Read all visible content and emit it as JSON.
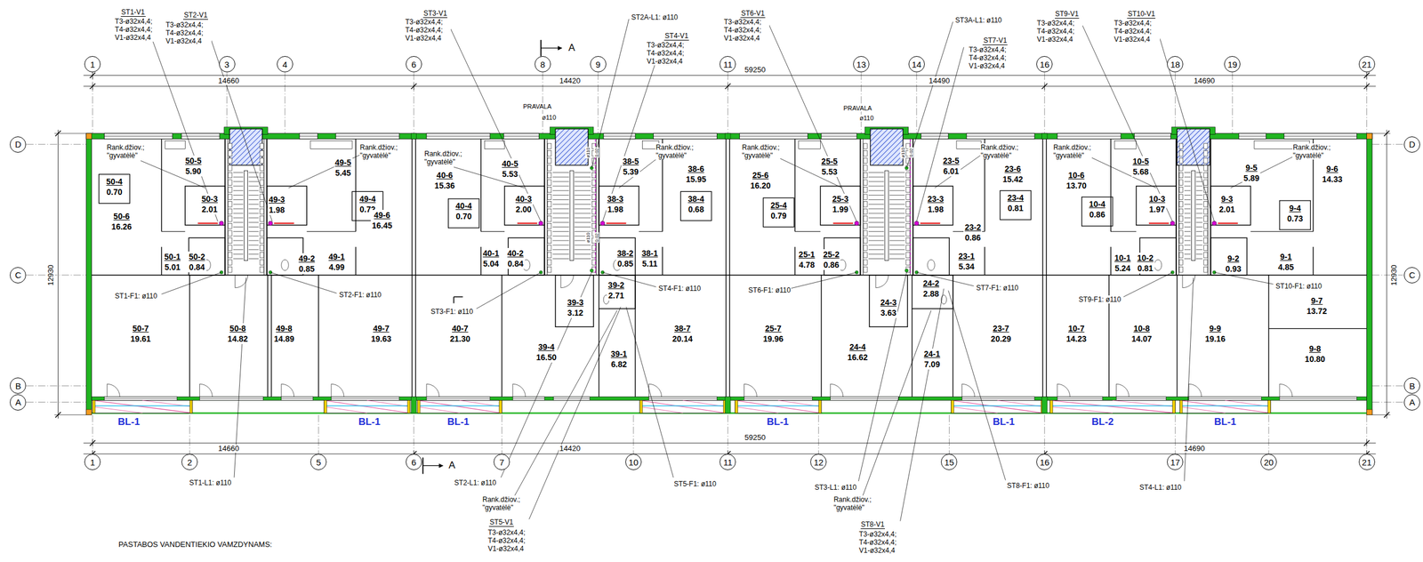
{
  "diagram": {
    "nodes": [
      {
        "text": [
          "1"
        ]
      },
      {
        "text": [
          "3"
        ]
      },
      {
        "text": [
          "4"
        ]
      },
      {
        "text": [
          "6"
        ]
      },
      {
        "text": [
          "8"
        ]
      },
      {
        "text": [
          "9"
        ]
      },
      {
        "text": [
          "11"
        ]
      },
      {
        "text": [
          "13"
        ]
      },
      {
        "text": [
          "14"
        ]
      },
      {
        "text": [
          "16"
        ]
      },
      {
        "text": [
          "18"
        ]
      },
      {
        "text": [
          "19"
        ]
      },
      {
        "text": [
          "21"
        ]
      },
      {
        "text": [
          "D"
        ]
      },
      {
        "text": [
          "C"
        ]
      },
      {
        "text": [
          "B"
        ]
      },
      {
        "text": [
          "A"
        ]
      },
      {
        "text": [
          "D"
        ]
      },
      {
        "text": [
          "C"
        ]
      },
      {
        "text": [
          "B"
        ]
      },
      {
        "text": [
          "A"
        ]
      },
      {
        "text": [
          "50-5",
          "5.90"
        ]
      },
      {
        "text": [
          "50-4",
          "0.70"
        ]
      },
      {
        "text": [
          "50-3",
          "2.01"
        ]
      },
      {
        "text": [
          "50-6",
          "16.26"
        ]
      },
      {
        "text": [
          "50-1",
          "5.01"
        ]
      },
      {
        "text": [
          "50-2",
          "0.84"
        ]
      },
      {
        "text": [
          "50-7",
          "19.61"
        ]
      },
      {
        "text": [
          "50-8",
          "14.82"
        ]
      },
      {
        "text": [
          "49-5",
          "5.45"
        ]
      },
      {
        "text": [
          "49-3",
          "1.98"
        ]
      },
      {
        "text": [
          "49-4",
          "0.72"
        ]
      },
      {
        "text": [
          "49-6",
          "16.45"
        ]
      },
      {
        "text": [
          "49-2",
          "0.85"
        ]
      },
      {
        "text": [
          "49-1",
          "4.99"
        ]
      },
      {
        "text": [
          "49-8",
          "14.89"
        ]
      },
      {
        "text": [
          "49-7",
          "19.63"
        ]
      },
      {
        "text": [
          "40-6",
          "15.36"
        ]
      },
      {
        "text": [
          "40-5",
          "5.53"
        ]
      },
      {
        "text": [
          "40-4",
          "0.70"
        ]
      },
      {
        "text": [
          "40-3",
          "2.00"
        ]
      },
      {
        "text": [
          "40-1",
          "5.04"
        ]
      },
      {
        "text": [
          "40-2",
          "0.84"
        ]
      },
      {
        "text": [
          "40-7",
          "21.30"
        ]
      },
      {
        "text": [
          "38-5",
          "5.39"
        ]
      },
      {
        "text": [
          "38-3",
          "1.98"
        ]
      },
      {
        "text": [
          "38-6",
          "15.95"
        ]
      },
      {
        "text": [
          "38-4",
          "0.68"
        ]
      },
      {
        "text": [
          "38-2",
          "0.85"
        ]
      },
      {
        "text": [
          "38-1",
          "5.11"
        ]
      },
      {
        "text": [
          "39-2",
          "2.71"
        ]
      },
      {
        "text": [
          "39-3",
          "3.12"
        ]
      },
      {
        "text": [
          "39-4",
          "16.50"
        ]
      },
      {
        "text": [
          "39-1",
          "6.82"
        ]
      },
      {
        "text": [
          "38-7",
          "20.14"
        ]
      },
      {
        "text": [
          "25-6",
          "16.20"
        ]
      },
      {
        "text": [
          "25-5",
          "5.53"
        ]
      },
      {
        "text": [
          "25-4",
          "0.79"
        ]
      },
      {
        "text": [
          "25-3",
          "1.99"
        ]
      },
      {
        "text": [
          "25-1",
          "4.78"
        ]
      },
      {
        "text": [
          "25-2",
          "0.86"
        ]
      },
      {
        "text": [
          "25-7",
          "19.96"
        ]
      },
      {
        "text": [
          "24-4",
          "16.62"
        ]
      },
      {
        "text": [
          "24-3",
          "3.63"
        ]
      },
      {
        "text": [
          "24-2",
          "2.88"
        ]
      },
      {
        "text": [
          "24-1",
          "7.09"
        ]
      },
      {
        "text": [
          "23-5",
          "6.01"
        ]
      },
      {
        "text": [
          "23-3",
          "1.98"
        ]
      },
      {
        "text": [
          "23-6",
          "15.42"
        ]
      },
      {
        "text": [
          "23-4",
          "0.81"
        ]
      },
      {
        "text": [
          "23-2",
          "0.86"
        ]
      },
      {
        "text": [
          "23-1",
          "5.34"
        ]
      },
      {
        "text": [
          "23-7",
          "20.29"
        ]
      },
      {
        "text": [
          "10-6",
          "13.70"
        ]
      },
      {
        "text": [
          "10-5",
          "5.68"
        ]
      },
      {
        "text": [
          "10-4",
          "0.86"
        ]
      },
      {
        "text": [
          "10-3",
          "1.97"
        ]
      },
      {
        "text": [
          "10-1",
          "5.24"
        ]
      },
      {
        "text": [
          "10-2",
          "0.81"
        ]
      },
      {
        "text": [
          "10-7",
          "14.23"
        ]
      },
      {
        "text": [
          "10-8",
          "14.07"
        ]
      },
      {
        "text": [
          "9-5",
          "5.89"
        ]
      },
      {
        "text": [
          "9-3",
          "2.01"
        ]
      },
      {
        "text": [
          "9-6",
          "14.33"
        ]
      },
      {
        "text": [
          "9-4",
          "0.73"
        ]
      },
      {
        "text": [
          "9-2",
          "0.93"
        ]
      },
      {
        "text": [
          "9-1",
          "4.85"
        ]
      },
      {
        "text": [
          "9-9",
          "19.16"
        ]
      },
      {
        "text": [
          "9-7",
          "13.72"
        ]
      },
      {
        "text": [
          "9-8",
          "10.80"
        ]
      },
      {
        "text": [
          "1"
        ]
      },
      {
        "text": [
          "2"
        ]
      },
      {
        "text": [
          "5"
        ]
      },
      {
        "text": [
          "6"
        ]
      },
      {
        "text": [
          "7"
        ]
      },
      {
        "text": [
          "10"
        ]
      },
      {
        "text": [
          "11"
        ]
      },
      {
        "text": [
          "12"
        ]
      },
      {
        "text": [
          "15"
        ]
      },
      {
        "text": [
          "16"
        ]
      },
      {
        "text": [
          "17"
        ]
      },
      {
        "text": [
          "20"
        ]
      },
      {
        "text": [
          "21"
        ]
      }
    ],
    "labels": [
      "ST1-V1",
      "T3-ø32x4,4; T4-ø32x4,4; V1-ø32x4,4",
      "ST2-V1",
      "T3-ø32x4,4; T4-ø32x4,4; V1-ø32x4,4",
      "ST3-V1",
      "T3-ø32x4,4; T4-ø32x4,4; V1-ø32x4,4",
      "ST2A-L1: ø110",
      "ST4-V1",
      "T3-ø32x4,4; T4-ø32x4,4; V1-ø32x4,4",
      "ST6-V1",
      "T3-ø32x4,4; T4-ø32x4,4; V1-ø32x4,4",
      "ST3A-L1: ø110",
      "ST7-V1",
      "T3-ø32x4,4; T4-ø32x4,4; V1-ø32x4,4",
      "ST9-V1",
      "T3-ø32x4,4; T4-ø32x4,4; V1-ø32x4,4",
      "ST10-V1",
      "T3-ø32x4,4; T4-ø32x4,4; V1-ø32x4,4",
      "14660",
      "14420",
      "59250",
      "14490",
      "14690",
      "12930",
      "12930",
      "A",
      "PRAVALA",
      "ø110",
      "PRAVALA",
      "ø110",
      "Rank.džiov.; \"gyvatėlė\"",
      "Rank.džiov.; \"gyvatėlė\"",
      "Rank.džiov.; \"gyvatėlė\"",
      "Rank.džiov.; \"gyvatėlė\"",
      "Rank.džiov.; \"gyvatėlė\"",
      "Rank.džiov.; \"gyvatėlė\"",
      "Rank.džiov.; \"gyvatėlė\"",
      "Rank.džiov.; \"gyvatėlė\"",
      "ST1-F1: ø110",
      "ST2-F1: ø110",
      "ST3-F1: ø110",
      "ST4-F1: ø110",
      "ST6-F1: ø110",
      "ST7-F1: ø110",
      "ST9-F1: ø110",
      "ST10-F1: ø110",
      "ø110",
      "0.02",
      "ø110",
      "0.02",
      "ø110",
      "0.02",
      "BL-1",
      "BL-1",
      "BL-1",
      "BL-1",
      "BL-1",
      "BL-2",
      "BL-1",
      "14660",
      "14420",
      "59250",
      "14690",
      "A",
      "ST1-L1: ø110",
      "ST2-L1: ø110",
      "ST5-F1: ø110",
      "ST3-L1: ø110",
      "ST8-F1: ø110",
      "ST4-L1: ø110",
      "Rank.džiov.; \"gyvatėlė\"",
      "ST5-V1",
      "T3-ø32x4,4; T4-ø32x4,4; V1-ø32x4,4",
      "Rank.džiov.; \"gyvatėlė\"",
      "ST8-V1",
      "T3-ø32x4,4; T4-ø32x4,4; V1-ø32x4,4",
      "PASTABOS VANDENTIEKIO VAMZDYNAMS:"
    ]
  }
}
